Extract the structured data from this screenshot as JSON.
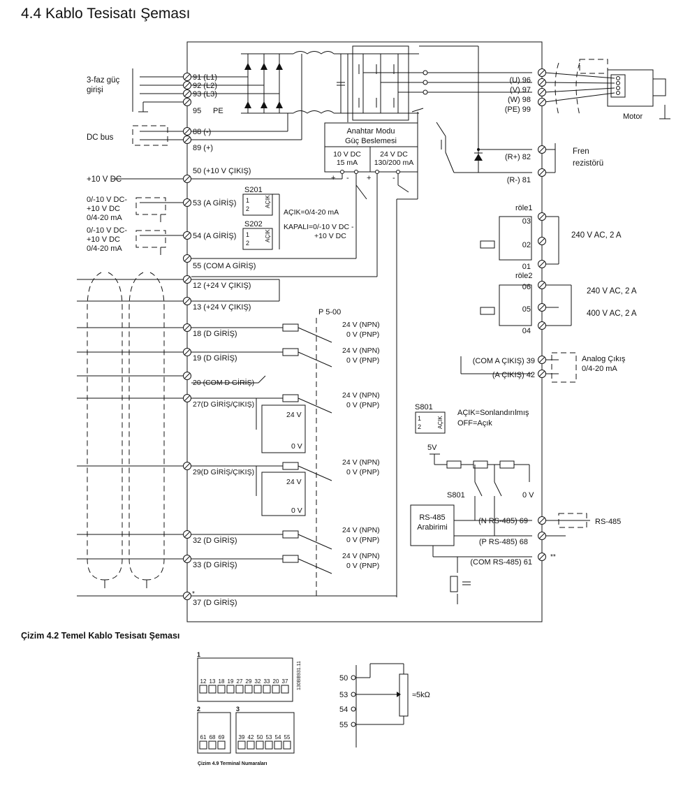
{
  "page_title": "4.4  Kablo Tesisatı Şeması",
  "left_labels": {
    "power_input": [
      "3-faz güç",
      "girişi"
    ],
    "dc_bus": "DC bus",
    "v10_dc": "+10 V DC",
    "ain53": [
      "0/-10 V DC-",
      "+10 V DC",
      "0/4-20 mA"
    ],
    "ain54": [
      "0/-10 V DC-",
      "+10 V DC",
      "0/4-20 mA"
    ]
  },
  "left_terminals": [
    {
      "label": "91 (L1)"
    },
    {
      "label": "92 (L2)"
    },
    {
      "label": "93 (L3)"
    },
    {
      "label": "95"
    },
    {
      "label": "88 (-)"
    },
    {
      "label": "89 (+)"
    },
    {
      "label": "50 (+10 V ÇIKIŞ)"
    },
    {
      "label": "53 (A GİRİŞ)"
    },
    {
      "label": "54 (A GİRİŞ)"
    },
    {
      "label": "55 (COM A GİRİŞ)"
    },
    {
      "label": "12 (+24 V ÇIKIŞ)"
    },
    {
      "label": "13 (+24 V ÇIKIŞ)"
    },
    {
      "label": "18 (D GİRİŞ)"
    },
    {
      "label": "19 (D GİRİŞ)"
    },
    {
      "label": "20 (COM D GİRİŞ)"
    },
    {
      "label": "27(D GİRİŞ/ÇIKIŞ)"
    },
    {
      "label": "29(D GİRİŞ/ÇIKIŞ)"
    },
    {
      "label": "32 (D GİRİŞ)"
    },
    {
      "label": "33 (D GİRİŞ)"
    },
    {
      "label": "37 (D GİRİŞ)"
    }
  ],
  "pe_label": "PE",
  "smps": {
    "title1": "Anahtar Modu",
    "title2": "Güç Beslemesi",
    "out1a": "10 V DC",
    "out1b": "15 mA",
    "out2a": "24 V DC",
    "out2b": "130/200 mA",
    "plus": "+",
    "minus": "-"
  },
  "switches": {
    "s201": "S201",
    "s202": "S202",
    "acik": "AÇIK",
    "note1": "AÇIK=0/4-20 mA",
    "note2": "KAPALI=0/-10 V DC -",
    "note3": "+10 V DC",
    "pos1": "1",
    "pos2": "2"
  },
  "p500": "P 5-00",
  "npn": "24 V (NPN)",
  "pnp": "0 V (PNP)",
  "v24": "24 V",
  "v0": "0 V",
  "right_terminals": [
    {
      "label": "(U) 96"
    },
    {
      "label": "(V) 97"
    },
    {
      "label": "(W) 98"
    },
    {
      "label": "(PE) 99"
    },
    {
      "label": "(R+) 82"
    },
    {
      "label": "(R-) 81"
    },
    {
      "label": "03"
    },
    {
      "label": "02"
    },
    {
      "label": "01"
    },
    {
      "label": "06"
    },
    {
      "label": "05"
    },
    {
      "label": "04"
    },
    {
      "label": "(COM A ÇIKIŞ) 39"
    },
    {
      "label": "(A ÇIKIŞ) 42"
    },
    {
      "label": "(N RS-485) 69"
    },
    {
      "label": "(P RS-485) 68"
    },
    {
      "label": "(COM RS-485) 61"
    }
  ],
  "right_labels": {
    "motor": "Motor",
    "brake": [
      "Fren",
      "rezistörü"
    ],
    "relay1": "röle1",
    "relay2": "röle2",
    "relay1_rating": "240 V AC, 2 A",
    "relay2_rating_a": "240 V AC, 2 A",
    "relay2_rating_b": "400 V AC, 2 A",
    "analog_out": [
      "Analog Çıkış",
      "0/4-20 mA"
    ],
    "s801": "S801",
    "s801_note1": "AÇIK=Sonlandırılmış",
    "s801_note2": "OFF=Açık",
    "v5": "5V",
    "s801_b": "S801",
    "zero_v": "0 V",
    "rs485_box": [
      "RS-485",
      "Arabirimi"
    ],
    "rs485": "RS-485",
    "double_star": "**",
    "star": "*"
  },
  "caption_main": "Çizim 4.2 Temel Kablo Tesisatı Şeması",
  "terminal_blocks": {
    "block1_num": "1",
    "block1_labels": [
      "12",
      "13",
      "18",
      "19",
      "27",
      "29",
      "32",
      "33",
      "20",
      "37"
    ],
    "block2_num": "2",
    "block2_labels": [
      "61",
      "68",
      "69"
    ],
    "block3_num": "3",
    "block3_labels": [
      "39",
      "42",
      "50",
      "53",
      "54",
      "55"
    ],
    "code": "130BB931.11",
    "caption": "Çizim 4.9 Terminal Numaraları"
  },
  "pot": {
    "labels": [
      "50",
      "53",
      "54",
      "55"
    ],
    "value": "≈5kΩ"
  }
}
